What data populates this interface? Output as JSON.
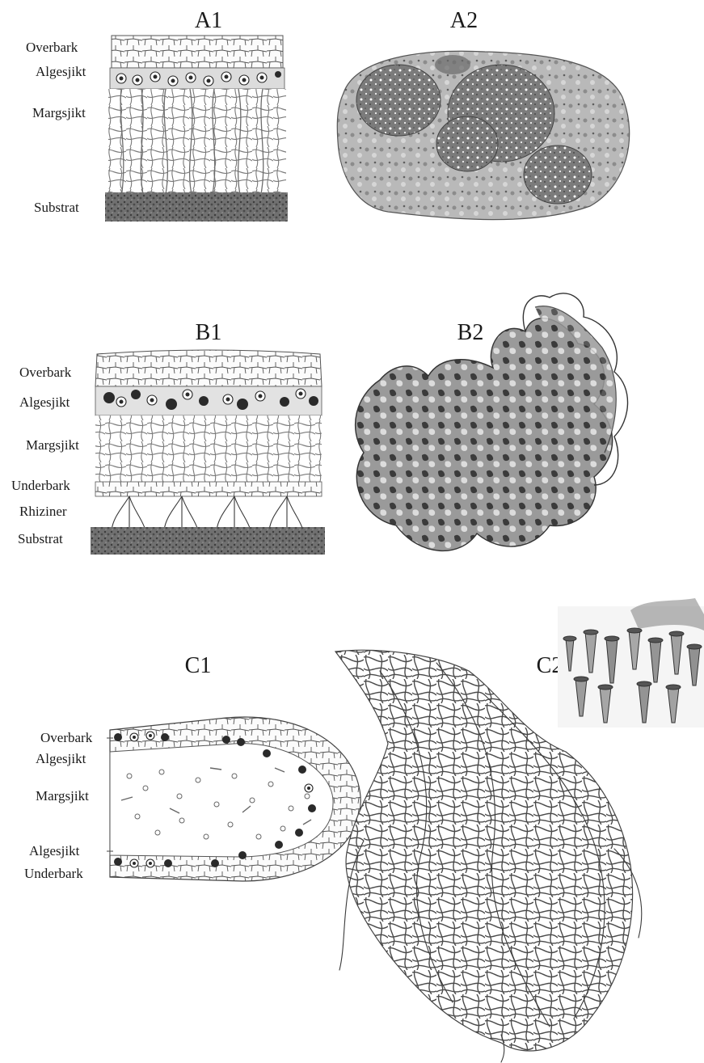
{
  "panels": {
    "A1": {
      "title": "A1",
      "labels": [
        "Overbark",
        "Algesjikt",
        "Margsjikt",
        "Substrat"
      ]
    },
    "A2": {
      "title": "A2"
    },
    "B1": {
      "title": "B1",
      "labels": [
        "Overbark",
        "Algesjikt",
        "Margsjikt",
        "Underbark",
        "Rhiziner",
        "Substrat"
      ]
    },
    "B2": {
      "title": "B2"
    },
    "C1": {
      "title": "C1",
      "labels": [
        "Overbark",
        "Algesjikt",
        "Margsjikt",
        "Algesjikt",
        "Underbark"
      ]
    },
    "C2": {
      "title": "C2"
    }
  },
  "colors": {
    "ink": "#1a1a1a",
    "cell_fill": "#fbfbfb",
    "alga": "#2a2a2a",
    "substrate": "#5a5a5a",
    "lichen_dark": "#6f6f6f",
    "lichen_light": "#d8d8d8"
  }
}
